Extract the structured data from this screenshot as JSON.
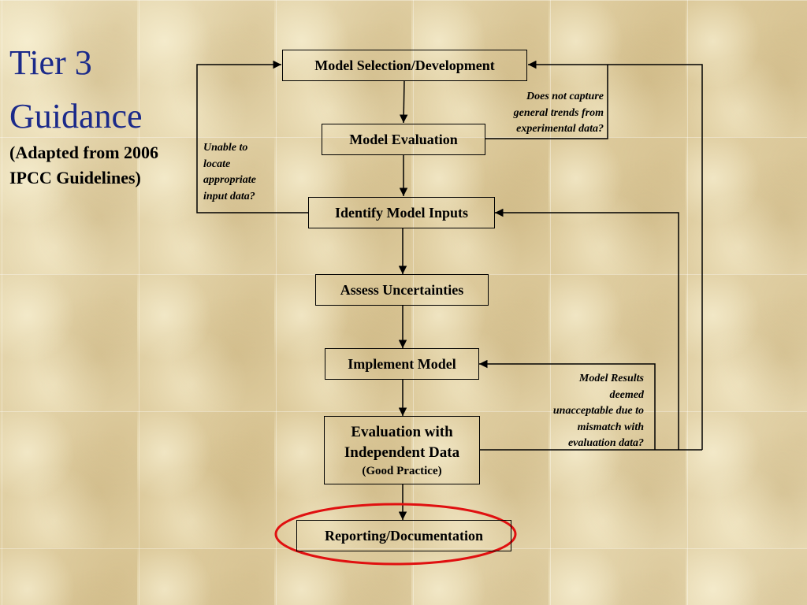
{
  "title": {
    "line1": "Tier 3",
    "line2": "Guidance",
    "subtitle_line1": "(Adapted from 2006",
    "subtitle_line2": "IPCC Guidelines)"
  },
  "boxes": {
    "model_selection": "Model Selection/Development",
    "model_evaluation": "Model Evaluation",
    "identify_inputs": "Identify Model Inputs",
    "assess_uncertainties": "Assess Uncertainties",
    "implement_model": "Implement Model",
    "evaluation_line1": "Evaluation with",
    "evaluation_line2": "Independent Data",
    "evaluation_sub": "(Good Practice)",
    "reporting": "Reporting/Documentation"
  },
  "notes": {
    "input_data": [
      "Unable to",
      "locate",
      "appropriate",
      "input data?"
    ],
    "trends": [
      "Does not capture",
      "general trends from",
      "experimental data?"
    ],
    "results": [
      "Model Results",
      "deemed",
      "unacceptable due to",
      "mismatch with",
      "evaluation data?"
    ]
  },
  "colors": {
    "title": "#1b2a8a",
    "highlight": "#e01010",
    "line": "#000000"
  }
}
